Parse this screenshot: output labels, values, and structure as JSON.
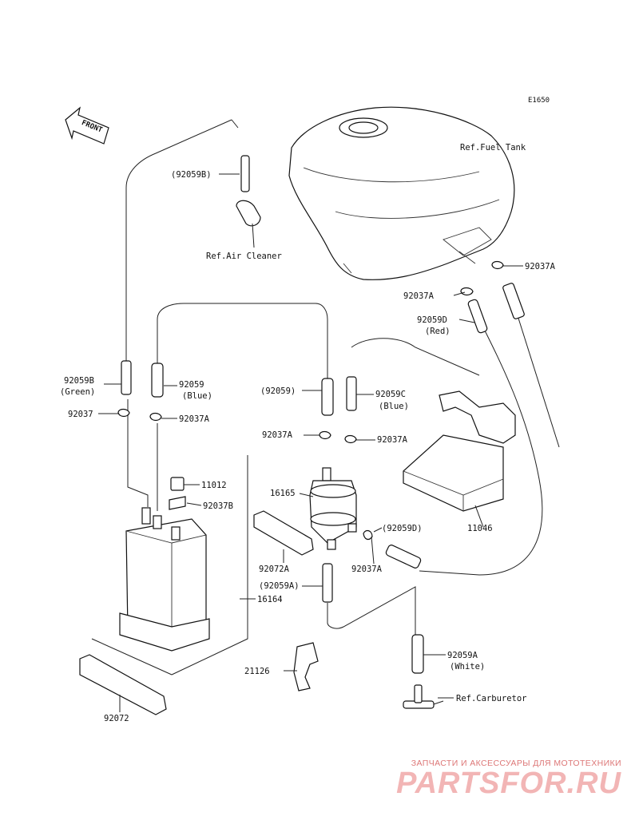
{
  "diagram": {
    "code": "E1650",
    "front_label": "FRONT",
    "labels": [
      {
        "key": "ref_fuel_tank",
        "text": "Ref.Fuel Tank"
      },
      {
        "key": "p92059B_top",
        "text": "(92059B)"
      },
      {
        "key": "ref_air_cleaner",
        "text": "Ref.Air Cleaner"
      },
      {
        "key": "p92037A_r",
        "text": "92037A"
      },
      {
        "key": "p92037A_mid",
        "text": "92037A"
      },
      {
        "key": "p92059D",
        "text": "92059D"
      },
      {
        "key": "red",
        "text": "(Red)"
      },
      {
        "key": "p92059B",
        "text": "92059B"
      },
      {
        "key": "green",
        "text": "(Green)"
      },
      {
        "key": "p92059",
        "text": "92059"
      },
      {
        "key": "blue1",
        "text": "(Blue)"
      },
      {
        "key": "p92059_paren",
        "text": "(92059)"
      },
      {
        "key": "p92059C",
        "text": "92059C"
      },
      {
        "key": "blue2",
        "text": "(Blue)"
      },
      {
        "key": "p92037",
        "text": "92037"
      },
      {
        "key": "p92037A_l",
        "text": "92037A"
      },
      {
        "key": "p92037A_c1",
        "text": "92037A"
      },
      {
        "key": "p92037A_c2",
        "text": "92037A"
      },
      {
        "key": "p11012",
        "text": "11012"
      },
      {
        "key": "p92037B",
        "text": "92037B"
      },
      {
        "key": "p16165",
        "text": "16165"
      },
      {
        "key": "p11046",
        "text": "11046"
      },
      {
        "key": "p92059D_paren",
        "text": "(92059D)"
      },
      {
        "key": "p92072A",
        "text": "92072A"
      },
      {
        "key": "p92059A_paren",
        "text": "(92059A)"
      },
      {
        "key": "p92037A_low",
        "text": "92037A"
      },
      {
        "key": "p16164",
        "text": "16164"
      },
      {
        "key": "p92059A",
        "text": "92059A"
      },
      {
        "key": "white",
        "text": "(White)"
      },
      {
        "key": "p21126",
        "text": "21126"
      },
      {
        "key": "ref_carburetor",
        "text": "Ref.Carburetor"
      },
      {
        "key": "p92072",
        "text": "92072"
      }
    ]
  },
  "watermark": {
    "tagline": "ЗАПЧАСТИ И АКСЕССУАРЫ ДЛЯ МОТОТЕХНИКИ",
    "brand": "PARTSFOR.RU"
  }
}
